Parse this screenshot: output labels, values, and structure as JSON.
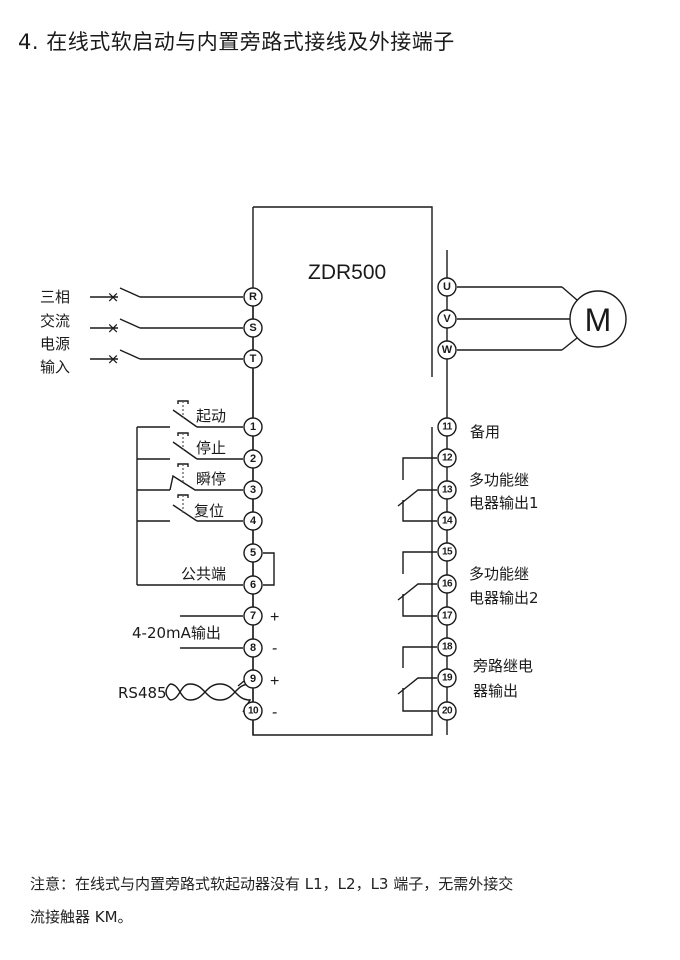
{
  "title": "4. 在线式软启动与内置旁路式接线及外接端子",
  "device": {
    "model": "ZDR500"
  },
  "power_input": {
    "label_lines": [
      "三相",
      "交流",
      "电源",
      "输入"
    ],
    "terminals": [
      "R",
      "S",
      "T"
    ]
  },
  "motor": {
    "label": "M",
    "terminals": [
      "U",
      "V",
      "W"
    ]
  },
  "control_inputs": [
    {
      "terminal": "1",
      "label": "起动"
    },
    {
      "terminal": "2",
      "label": "停止"
    },
    {
      "terminal": "3",
      "label": "瞬停"
    },
    {
      "terminal": "4",
      "label": "复位"
    }
  ],
  "common": {
    "terminals": [
      "5",
      "6"
    ],
    "label": "公共端"
  },
  "analog_output": {
    "terminals": [
      "7",
      "8"
    ],
    "label": "4-20mA输出",
    "signs": [
      "+",
      "-"
    ]
  },
  "rs485": {
    "terminals": [
      "9",
      "10"
    ],
    "label": "RS485",
    "signs": [
      "+",
      "-"
    ]
  },
  "right_terminals": {
    "spare": {
      "terminal": "11",
      "label": "备用"
    },
    "relay1": {
      "terminals": [
        "12",
        "13",
        "14"
      ],
      "label_lines": [
        "多功能继",
        "电器输出1"
      ]
    },
    "relay2": {
      "terminals": [
        "15",
        "16",
        "17"
      ],
      "label_lines": [
        "多功能继",
        "电器输出2"
      ]
    },
    "bypass": {
      "terminals": [
        "18",
        "19",
        "20"
      ],
      "label_lines": [
        "旁路继电",
        "器输出"
      ]
    }
  },
  "note_lines": [
    "注意：在线式与内置旁路式软起动器没有 L1，L2，L3 端子，无需外接交",
    "流接触器 KM。"
  ]
}
